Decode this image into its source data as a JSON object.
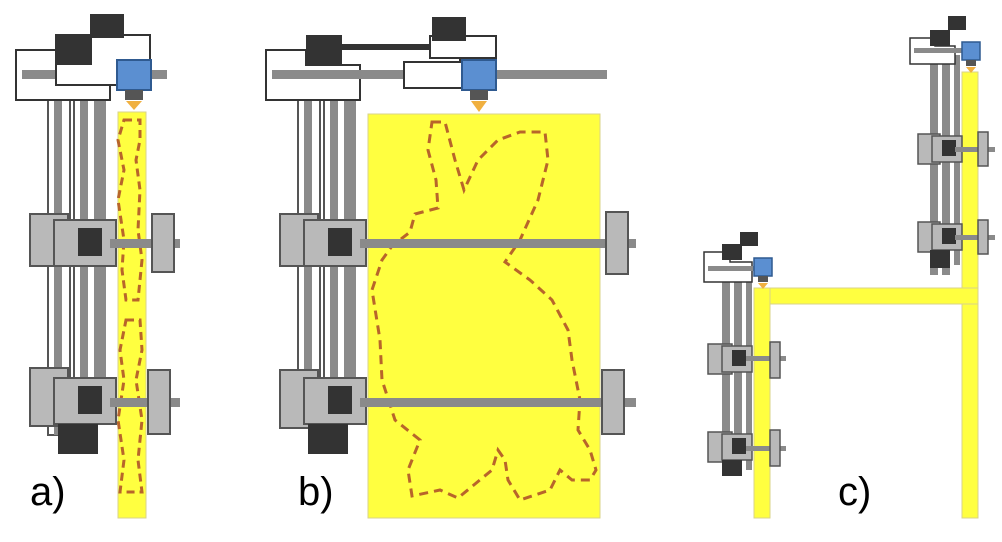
{
  "panels": [
    {
      "id": "a",
      "label": "a)"
    },
    {
      "id": "b",
      "label": "b)"
    },
    {
      "id": "c",
      "label": "c)"
    }
  ],
  "colors": {
    "background": "#ffffff",
    "material": "#ffff40",
    "material_edge": "#d9d38a",
    "rail": "#8a8a8a",
    "clamp_fill": "#b9b9b9",
    "clamp_stroke": "#555555",
    "motor": "#333333",
    "head": "#5b8fd1",
    "nozzle_tip": "#f0b040",
    "contour": "#b8652a",
    "frame": "#ffffff"
  }
}
